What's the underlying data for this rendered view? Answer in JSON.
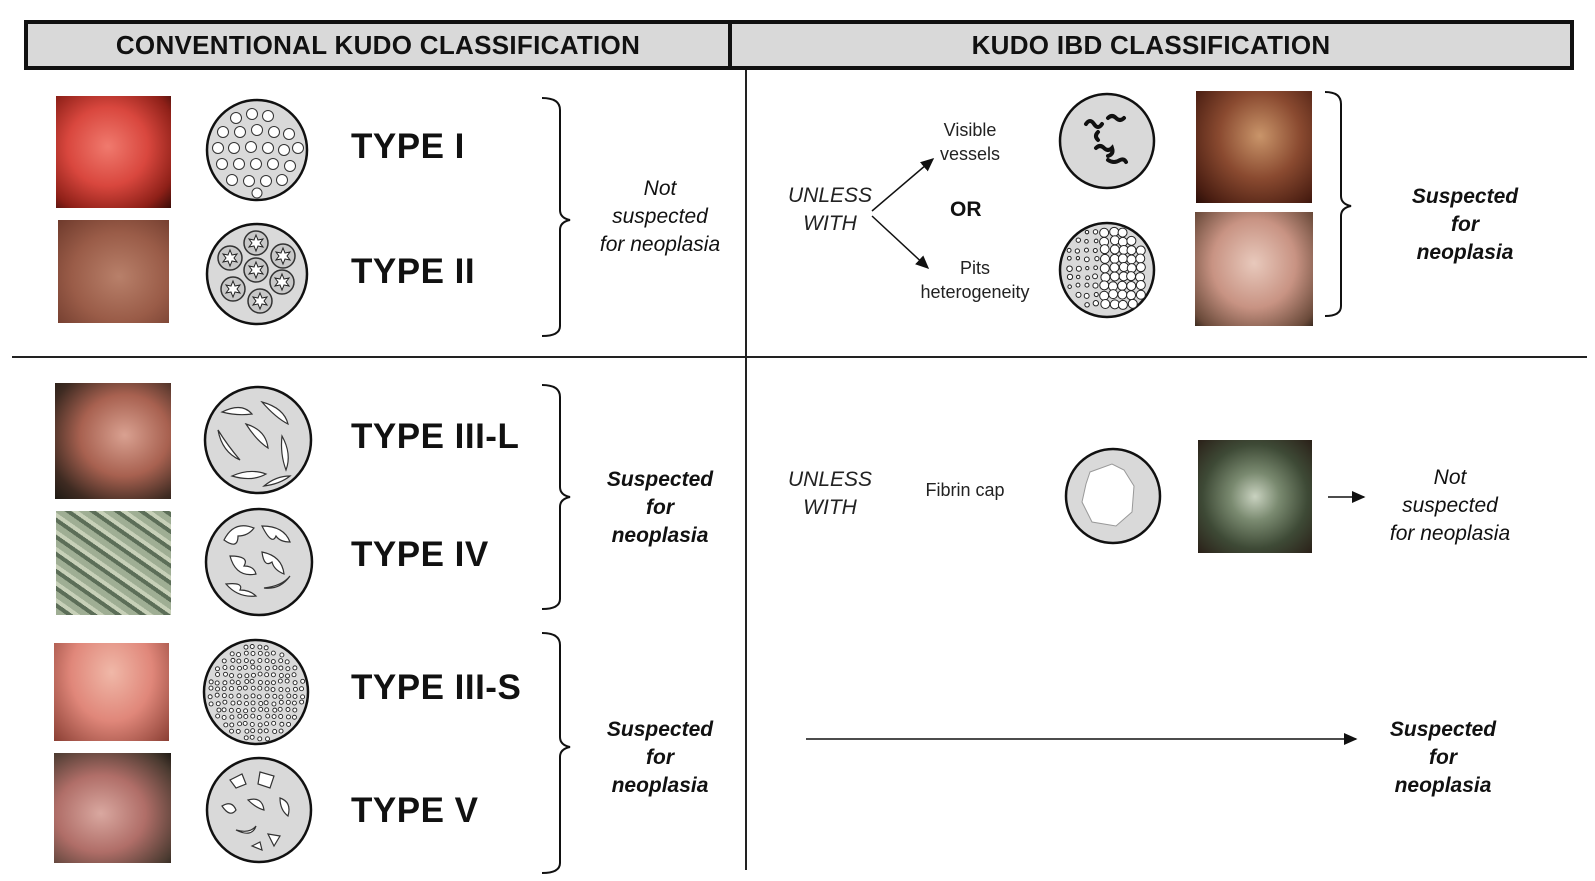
{
  "headers": {
    "left": "CONVENTIONAL KUDO CLASSIFICATION",
    "right": "KUDO IBD CLASSIFICATION"
  },
  "types": {
    "t1": "TYPE I",
    "t2": "TYPE II",
    "t3l": "TYPE III-L",
    "t4": "TYPE IV",
    "t3s": "TYPE III-S",
    "t5": "TYPE V"
  },
  "conventional_notes": {
    "group1": [
      "Not",
      "suspected",
      "for neoplasia"
    ],
    "group2": [
      "Suspected",
      "for",
      "neoplasia"
    ],
    "group3": [
      "Suspected",
      "for",
      "neoplasia"
    ]
  },
  "ibd": {
    "unless_with_1": [
      "UNLESS",
      "WITH"
    ],
    "visible_vessels": [
      "Visible",
      "vessels"
    ],
    "or_label": "OR",
    "pits_heterogeneity": [
      "Pits",
      "heterogeneity"
    ],
    "suspected_1": [
      "Suspected",
      "for",
      "neoplasia"
    ],
    "unless_with_2": [
      "UNLESS",
      "WITH"
    ],
    "fibrin_cap": "Fibrin cap",
    "not_suspected": [
      "Not",
      "suspected",
      "for neoplasia"
    ],
    "suspected_2": [
      "Suspected",
      "for",
      "neoplasia"
    ]
  }
}
